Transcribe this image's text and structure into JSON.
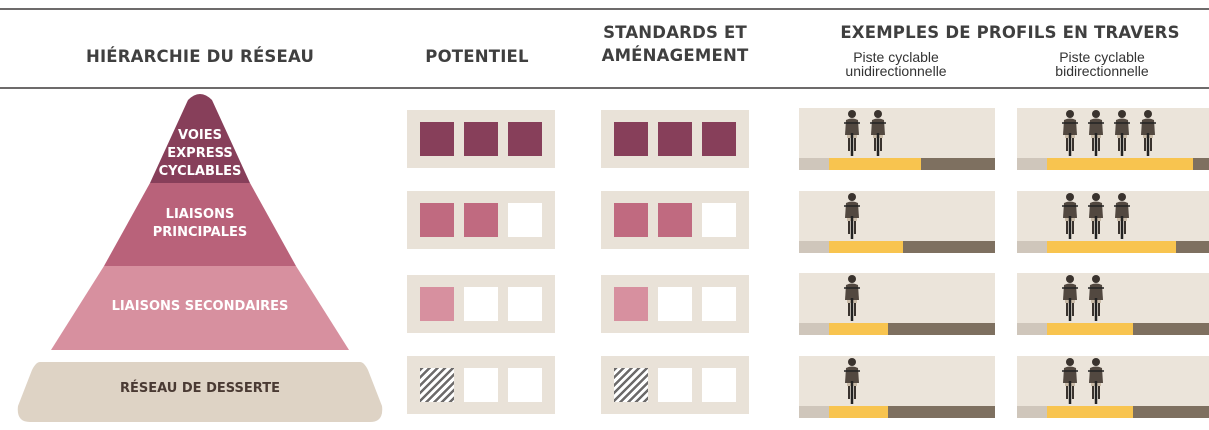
{
  "headers": {
    "hierarchy": "HIÉRARCHIE DU RÉSEAU",
    "potential": "POTENTIEL",
    "standards_line1": "STANDARDS ET",
    "standards_line2": "AMÉNAGEMENT",
    "examples": "EXEMPLES DE PROFILS EN TRAVERS",
    "uni_line1": "Piste cyclable",
    "uni_line2": "unidirectionnelle",
    "bi_line1": "Piste cyclable",
    "bi_line2": "bidirectionnelle"
  },
  "tiers": [
    {
      "lines": [
        "VOIES",
        "EXPRESS",
        "CYCLABLES"
      ],
      "color": "#873f5a",
      "level": 3
    },
    {
      "lines": [
        "LIAISONS",
        "PRINCIPALES"
      ],
      "color": "#b9627a",
      "level": 2
    },
    {
      "lines": [
        "LIAISONS SECONDAIRES"
      ],
      "color": "#d7909f",
      "level": 1
    },
    {
      "lines": [
        "RÉSEAU DE DESSERTE"
      ],
      "color": "#ded3c5",
      "level": "hatched"
    }
  ],
  "colors": {
    "tier1": "#873f5a",
    "tier2": "#c06a80",
    "tier3": "#d7909f",
    "box_bg": "#e9e2d8",
    "bike_lane": "#f8c44f",
    "road": "#7e7060",
    "sidewalk": "#cfc6bb"
  },
  "profiles": {
    "uni": [
      {
        "cyclists": 2,
        "bike_fraction": 0.47
      },
      {
        "cyclists": 1,
        "bike_fraction": 0.38
      },
      {
        "cyclists": 1,
        "bike_fraction": 0.3
      },
      {
        "cyclists": 1,
        "bike_fraction": 0.3
      }
    ],
    "bi": [
      {
        "cyclists": 4,
        "bike_fraction": 0.76
      },
      {
        "cyclists": 3,
        "bike_fraction": 0.67
      },
      {
        "cyclists": 2,
        "bike_fraction": 0.45
      },
      {
        "cyclists": 2,
        "bike_fraction": 0.45
      }
    ]
  }
}
